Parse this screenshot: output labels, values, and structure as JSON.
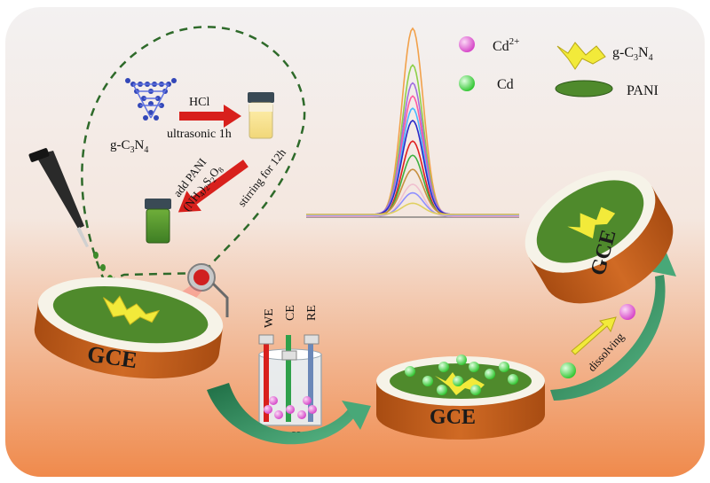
{
  "legend": {
    "cd2_label": "Cd",
    "cd2_sup": "2+",
    "cd_label": "Cd",
    "gc3n4_label": "g-C",
    "gc3n4_sub1": "3",
    "gc3n4_mid": "N",
    "gc3n4_sub2": "4",
    "pani_label": "PANI"
  },
  "synthesis": {
    "molecule_label": "g-C",
    "molecule_sub1": "3",
    "molecule_mid": "N",
    "molecule_sub2": "4",
    "step1_reagent": "HCl",
    "step1_condition": "ultrasonic 1h",
    "step2_reagent": "add PANI",
    "step2_oxidant_a": "(NH",
    "step2_oxidant_sub4": "4",
    "step2_oxidant_b": ")",
    "step2_oxidant_sub2a": "2",
    "step2_oxidant_c": "S",
    "step2_oxidant_sub2b": "2",
    "step2_oxidant_d": "O",
    "step2_oxidant_sub8": "8",
    "step2_condition": "stirring for 12h"
  },
  "electrodes": {
    "main_label": "GCE",
    "middle_label": "GCE",
    "tilted_label": "GCE"
  },
  "cell": {
    "we_label": "WE",
    "ce_label": "CE",
    "re_label": "RE",
    "method_label": "DPASV"
  },
  "process": {
    "dissolving_label": "dissolving"
  },
  "colors": {
    "electrode_orange": "#c8621c",
    "pani_green": "#4f8a2c",
    "gc3n4_yellow": "#f2ea3a",
    "cd2_magenta": "#e65cd9",
    "cd_green": "#5fe05f",
    "arrow_red": "#d8201c",
    "arrow_teal": "#2f8a5a"
  },
  "chart_data": {
    "type": "line",
    "title": "",
    "xlabel": "",
    "ylabel": "",
    "series": [
      {
        "color": "#f2a14a",
        "values": [
          1.0
        ]
      },
      {
        "color": "#8fd04a",
        "values": [
          0.8
        ]
      },
      {
        "color": "#a070e0",
        "values": [
          0.7
        ]
      },
      {
        "color": "#ff5aa0",
        "values": [
          0.64
        ]
      },
      {
        "color": "#4ab8ff",
        "values": [
          0.57
        ]
      },
      {
        "color": "#2a2ac8",
        "values": [
          0.5
        ]
      },
      {
        "color": "#e02020",
        "values": [
          0.4
        ]
      },
      {
        "color": "#40b040",
        "values": [
          0.32
        ]
      },
      {
        "color": "#c89040",
        "values": [
          0.24
        ]
      },
      {
        "color": "#f0c0d0",
        "values": [
          0.17
        ]
      },
      {
        "color": "#9090ff",
        "values": [
          0.12
        ]
      },
      {
        "color": "#e0d060",
        "values": [
          0.06
        ]
      }
    ]
  }
}
